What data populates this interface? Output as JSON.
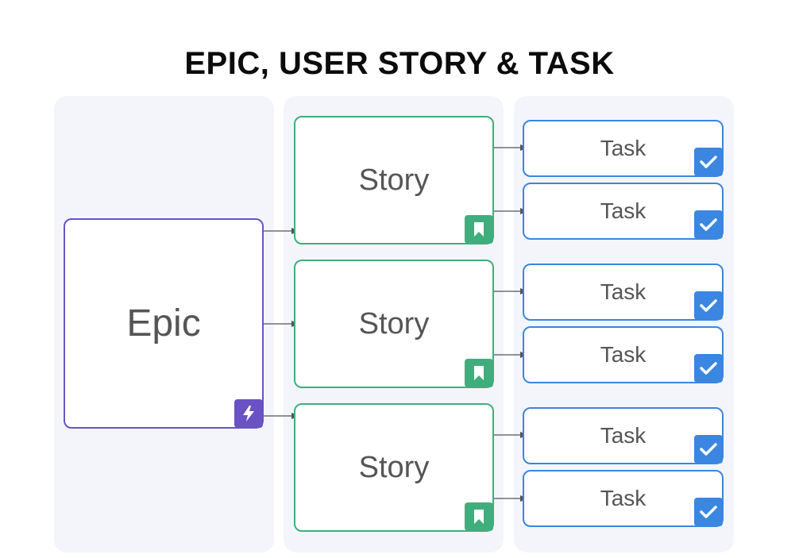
{
  "title": "EPIC, USER STORY & TASK",
  "epic": {
    "label": "Epic",
    "icon": "lightning-icon",
    "color": "#6a52c4"
  },
  "stories": [
    {
      "label": "Story",
      "icon": "bookmark-icon",
      "color": "#3fae7c"
    },
    {
      "label": "Story",
      "icon": "bookmark-icon",
      "color": "#3fae7c"
    },
    {
      "label": "Story",
      "icon": "bookmark-icon",
      "color": "#3fae7c"
    }
  ],
  "tasks": [
    {
      "label": "Task",
      "icon": "checkmark-icon",
      "color": "#3a86e0"
    },
    {
      "label": "Task",
      "icon": "checkmark-icon",
      "color": "#3a86e0"
    },
    {
      "label": "Task",
      "icon": "checkmark-icon",
      "color": "#3a86e0"
    },
    {
      "label": "Task",
      "icon": "checkmark-icon",
      "color": "#3a86e0"
    },
    {
      "label": "Task",
      "icon": "checkmark-icon",
      "color": "#3a86e0"
    },
    {
      "label": "Task",
      "icon": "checkmark-icon",
      "color": "#3a86e0"
    }
  ],
  "colors": {
    "lane_background": "#f4f5fb",
    "connector": "#555555",
    "text": "#555555"
  }
}
